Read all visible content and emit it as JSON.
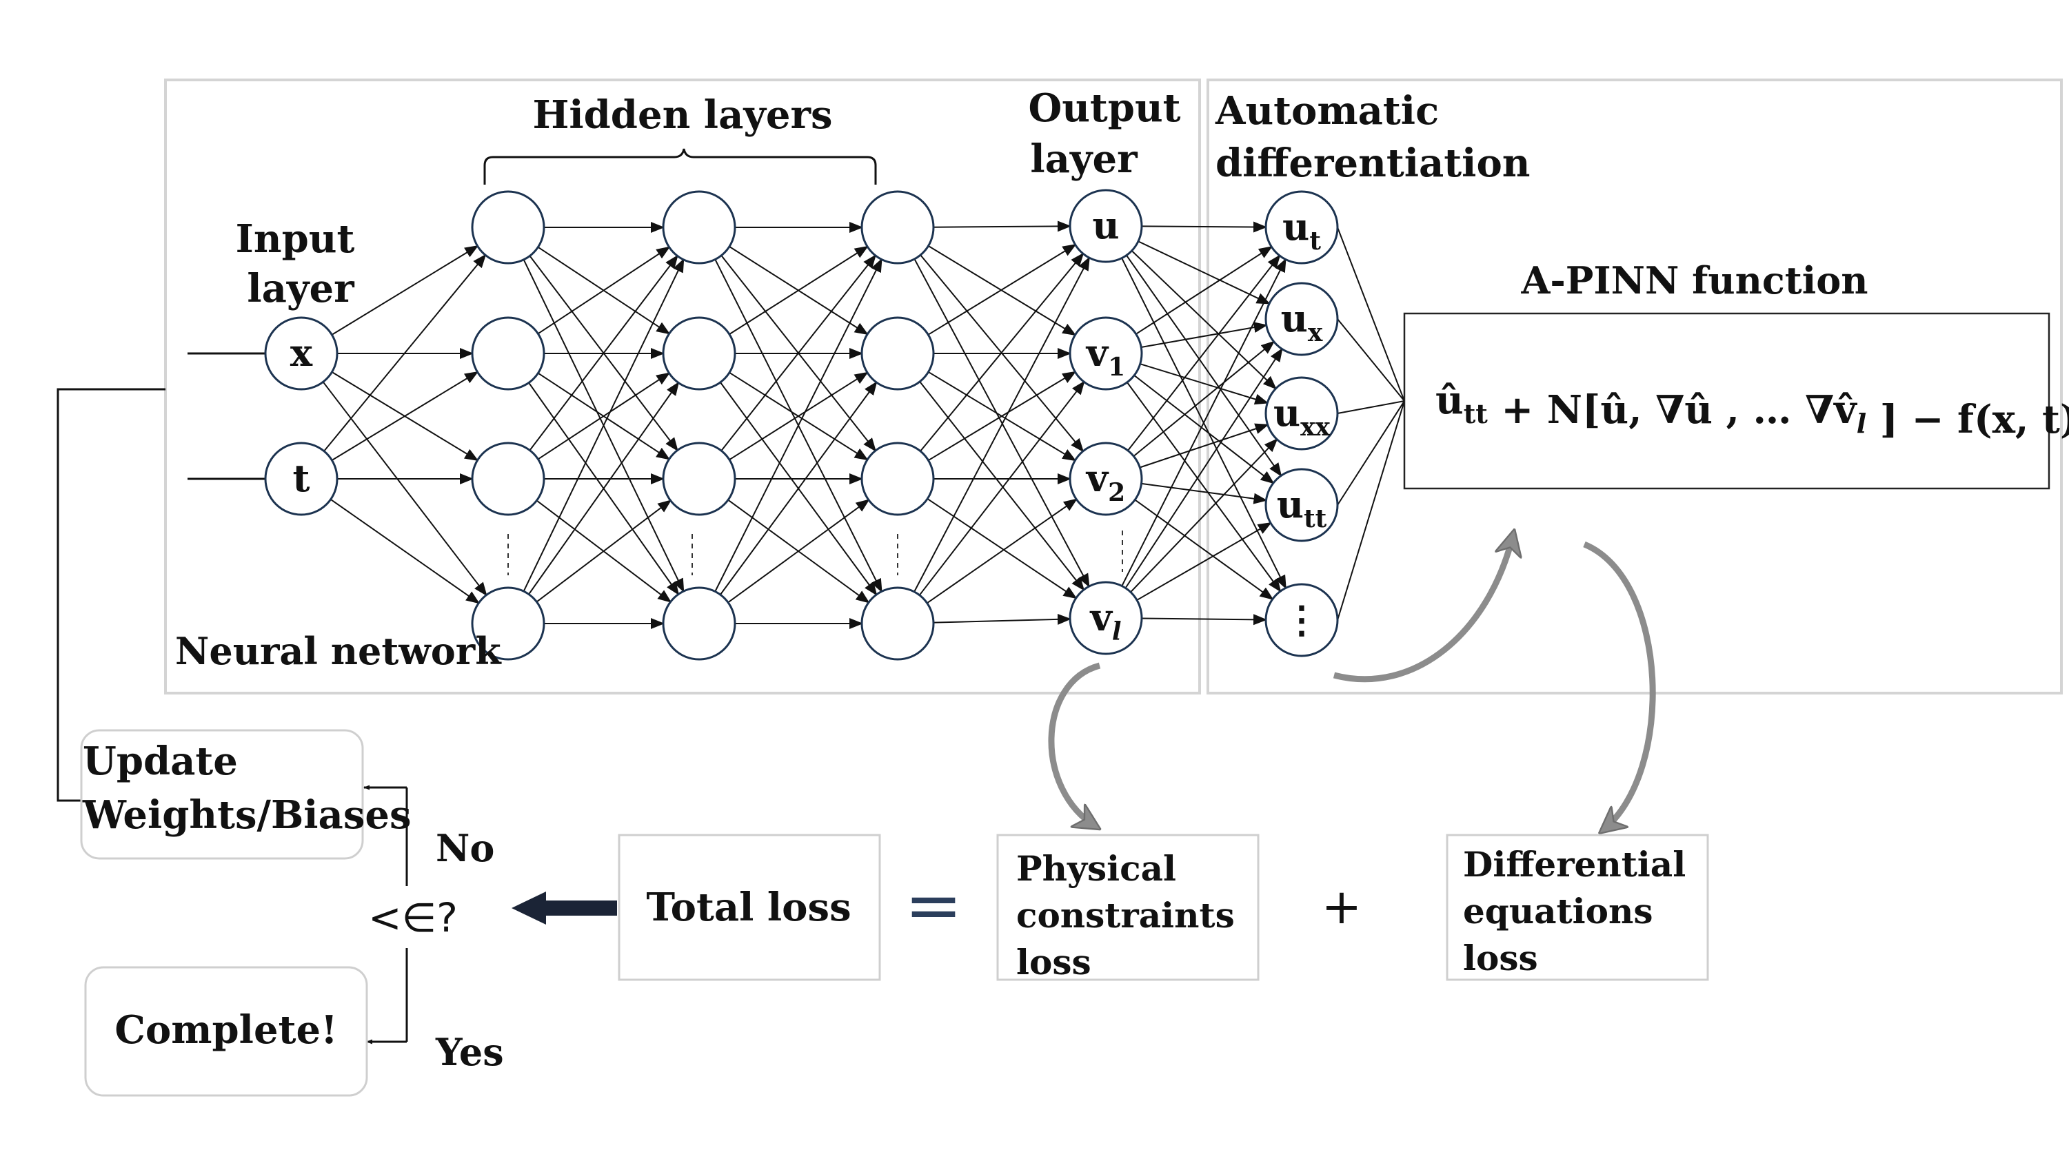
{
  "labels": {
    "hidden_layers": "Hidden layers",
    "input_layer_1": "Input",
    "input_layer_2": "layer",
    "output_layer_1": "Output",
    "output_layer_2": "layer",
    "auto_diff_1": "Automatic",
    "auto_diff_2": "differentiation",
    "neural_network": "Neural network",
    "apinn_title": "A-PINN function"
  },
  "inputs": [
    {
      "main": "x",
      "sub": ""
    },
    {
      "main": "t",
      "sub": ""
    }
  ],
  "outputs": [
    {
      "main": "u",
      "sub": ""
    },
    {
      "main": "v",
      "sub": "1"
    },
    {
      "main": "v",
      "sub": "2"
    },
    {
      "main": "v",
      "sub": "l"
    }
  ],
  "derivatives": [
    {
      "main": "u",
      "sub": "t"
    },
    {
      "main": "u",
      "sub": "x"
    },
    {
      "main": "u",
      "sub": "xx"
    },
    {
      "main": "u",
      "sub": "tt"
    },
    {
      "main": "⋮",
      "sub": ""
    }
  ],
  "apinn_formula": "û_tt + N[û, ∇û , … ∇v̂_l ] − f(x, t)",
  "loop": {
    "update_1": "Update",
    "update_2": "Weights/Biases",
    "no": "No",
    "yes": "Yes",
    "condition": "<∈?",
    "complete": "Complete!"
  },
  "loss": {
    "total": "Total loss",
    "equals": "=",
    "plus": "+",
    "physical_1": "Physical",
    "physical_2": "constraints",
    "physical_3": "loss",
    "de_1": "Differential",
    "de_2": "equations",
    "de_3": "loss"
  },
  "colors": {
    "node_stroke": "#1c3350",
    "equals_sign": "#2b3e5c",
    "curved_arrow": "#8c8c8c",
    "thick_arrow": "#1b2436"
  }
}
